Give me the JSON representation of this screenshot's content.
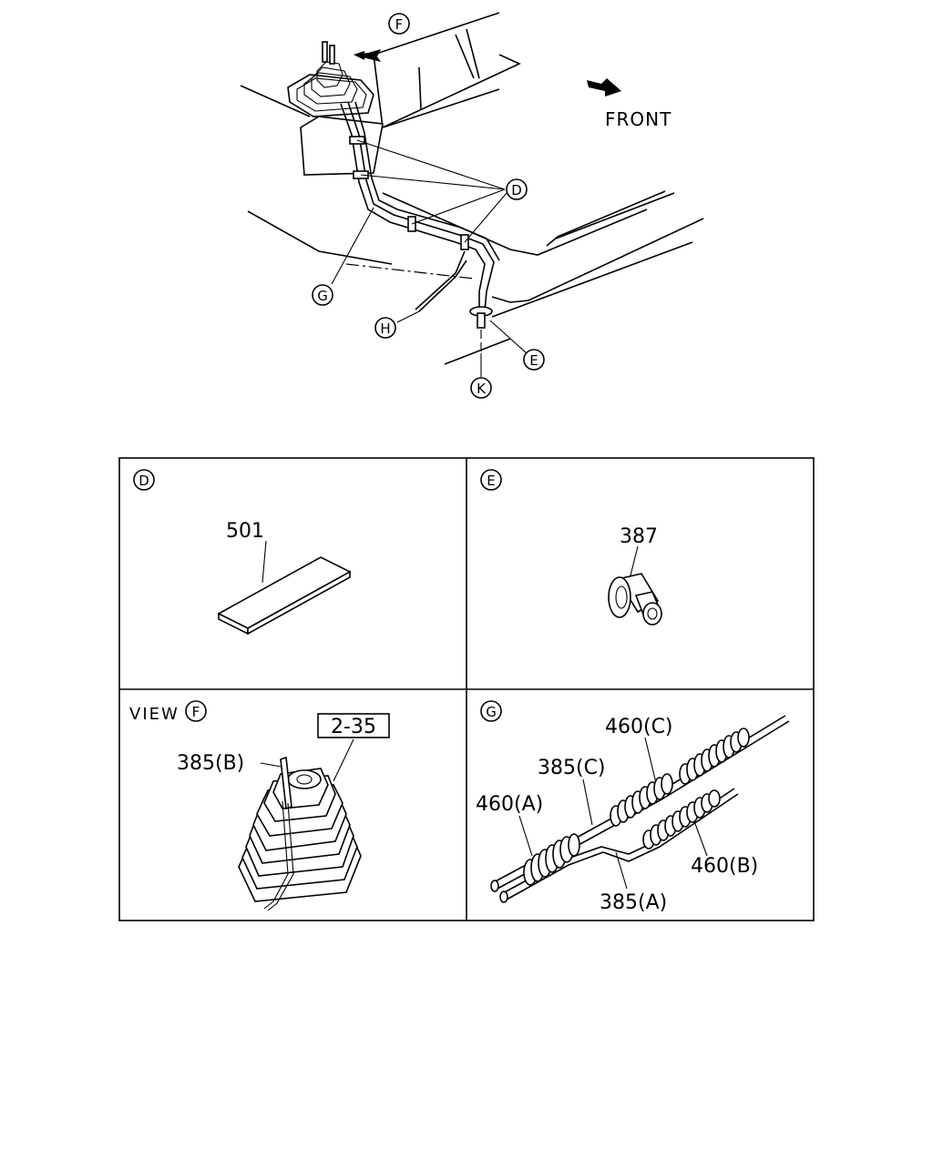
{
  "overview": {
    "front_label": "FRONT",
    "callouts": {
      "f": "F",
      "d": "D",
      "g": "G",
      "h": "H",
      "e": "E",
      "k": "K"
    }
  },
  "panels": {
    "d": {
      "letter": "D",
      "parts": {
        "p501": "501"
      }
    },
    "e": {
      "letter": "E",
      "parts": {
        "p387": "387"
      }
    },
    "f": {
      "prefix": "VIEW",
      "letter": "F",
      "ref_box": "2-35",
      "parts": {
        "p385b": "385(B)"
      }
    },
    "g": {
      "letter": "G",
      "parts": {
        "p460c": "460(C)",
        "p385c": "385(C)",
        "p460a": "460(A)",
        "p460b": "460(B)",
        "p385a": "385(A)"
      }
    }
  }
}
